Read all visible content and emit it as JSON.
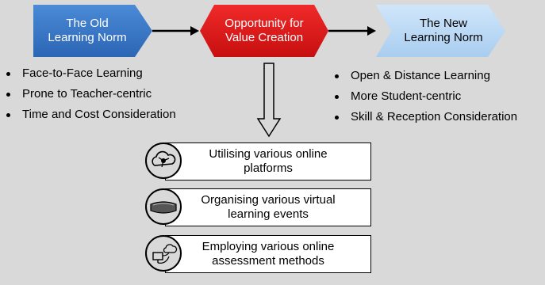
{
  "colors": {
    "background": "#d9d9d9",
    "old_norm_fill": "#3a78c9",
    "opportunity_fill": "#e31b1b",
    "new_norm_fill": "#bcd9f5",
    "arrow": "#000000"
  },
  "flow": {
    "old_norm": "The Old\nLearning Norm",
    "opportunity": "Opportunity for\nValue Creation",
    "new_norm": "The New\nLearning Norm"
  },
  "old_norm_points": [
    "Face-to-Face Learning",
    "Prone to Teacher-centric",
    "Time and Cost Consideration"
  ],
  "new_norm_points": [
    "Open & Distance Learning",
    "More Student-centric",
    "Skill & Reception Consideration"
  ],
  "outcomes": [
    {
      "text": "Utilising various online\nplatforms",
      "icon": "cloud-network-icon"
    },
    {
      "text": "Organising various virtual\nlearning events",
      "icon": "vr-headset-icon"
    },
    {
      "text": "Employing various online\nassessment methods",
      "icon": "computer-network-icon"
    }
  ]
}
